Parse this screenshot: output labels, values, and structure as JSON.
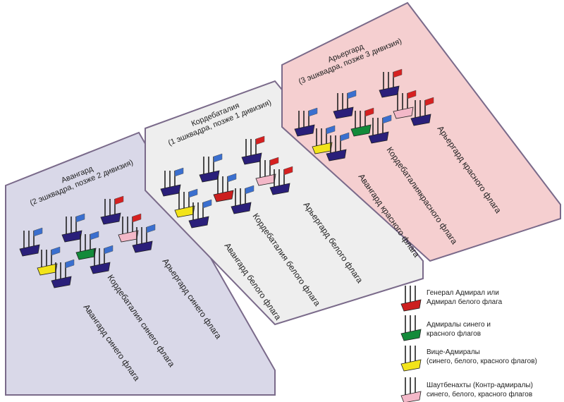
{
  "colors": {
    "panel_left": "#d9d8e8",
    "panel_mid": "#eeeeee",
    "panel_right": "#f5cfd0",
    "border": "#7a6a8a",
    "hull_blue": "#2a1f7a",
    "hull_red": "#cc1f1f",
    "hull_green": "#138a3a",
    "hull_yellow": "#f2e41a",
    "hull_pink": "#f3b8c8",
    "flag_blue": "#3a6fcf",
    "flag_red": "#d62020"
  },
  "panels": {
    "left": {
      "title": [
        "Авангард",
        "(2 эшквадра, позже 2 дивизия)"
      ],
      "row_labels": [
        "Арьергард  синего флага",
        "Кордебаталия  синего флага",
        "Авангард  синего флага"
      ]
    },
    "middle": {
      "title": [
        "Кордебаталия",
        "(1 эшквадра, позже 1 дивизия)"
      ],
      "row_labels": [
        "Арьергард  белого флага",
        "Кордебаталия  белого флага",
        "Авангард белого флага"
      ]
    },
    "right": {
      "title": [
        "Арьергард",
        "(3 эшквадра, позже 3 дивизия)"
      ],
      "row_labels": [
        "Арьергард  красного флага",
        "Кордебаталиякрасного флага",
        "Авангард  красного флага"
      ]
    }
  },
  "legend": [
    {
      "hull": "red",
      "lines": [
        "Генерал Адмирал или",
        "Адмирал белого флага"
      ]
    },
    {
      "hull": "green",
      "lines": [
        "Адмиралы синего и",
        "красного флагов"
      ]
    },
    {
      "hull": "yellow",
      "lines": [
        "Вице-Адмиралы",
        "(синего, белого, красного флагов)"
      ]
    },
    {
      "hull": "pink",
      "lines": [
        "Шаутбенахты (Контр-адмиралы)",
        "синего, белого, красного флагов"
      ]
    }
  ]
}
